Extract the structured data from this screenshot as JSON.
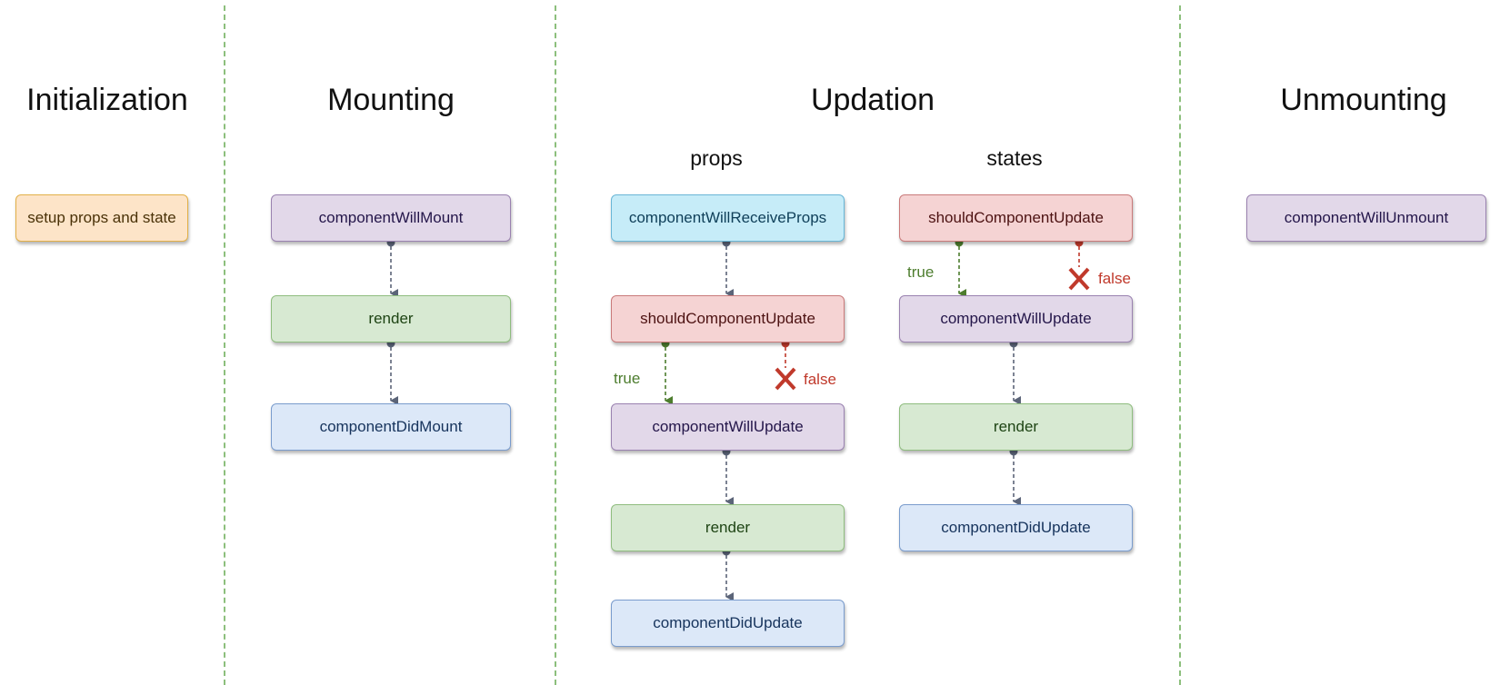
{
  "phases": {
    "initialization": "Initialization",
    "mounting": "Mounting",
    "updation": "Updation",
    "unmounting": "Unmounting"
  },
  "updation_groups": {
    "props": "props",
    "states": "states"
  },
  "initialization": {
    "setup": "setup props and state"
  },
  "mounting": {
    "will_mount": "componentWillMount",
    "render": "render",
    "did_mount": "componentDidMount"
  },
  "props_flow": {
    "will_receive_props": "componentWillReceiveProps",
    "should_update": "shouldComponentUpdate",
    "true_label": "true",
    "false_label": "false",
    "will_update": "componentWillUpdate",
    "render": "render",
    "did_update": "componentDidUpdate"
  },
  "states_flow": {
    "should_update": "shouldComponentUpdate",
    "true_label": "true",
    "false_label": "false",
    "will_update": "componentWillUpdate",
    "render": "render",
    "did_update": "componentDidUpdate"
  },
  "unmounting": {
    "will_unmount": "componentWillUnmount"
  },
  "colors": {
    "divider": "#8cbf7c",
    "connector": "#5b6478",
    "true_branch": "#4d7d2e",
    "false_branch": "#c0392b"
  }
}
